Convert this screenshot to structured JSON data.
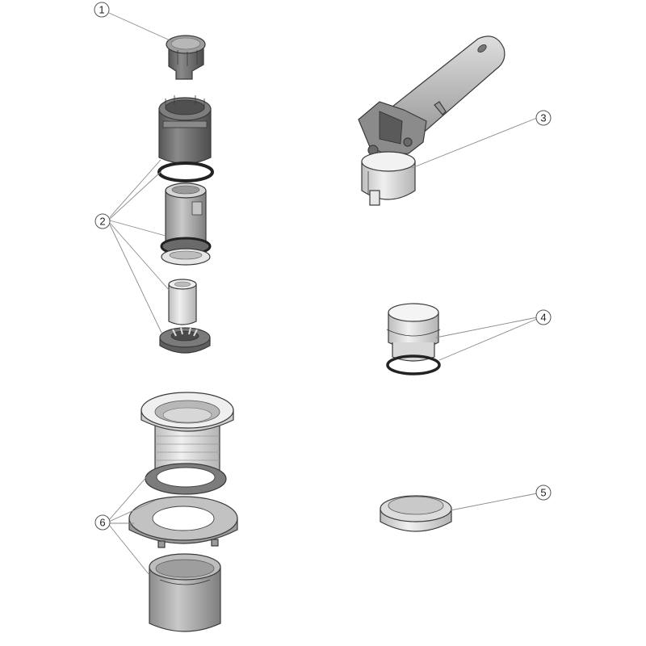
{
  "callouts": [
    {
      "id": "1",
      "label": "1"
    },
    {
      "id": "2",
      "label": "2"
    },
    {
      "id": "3",
      "label": "3"
    },
    {
      "id": "4",
      "label": "4"
    },
    {
      "id": "5",
      "label": "5"
    },
    {
      "id": "6",
      "label": "6"
    }
  ],
  "colors": {
    "dark_part": "#6e6e6e",
    "mid_part": "#a8a8a8",
    "light_part": "#dcdcdc",
    "white_part": "#f4f4f4",
    "outline": "#3a3a3a",
    "leader": "#8a8a8a"
  }
}
